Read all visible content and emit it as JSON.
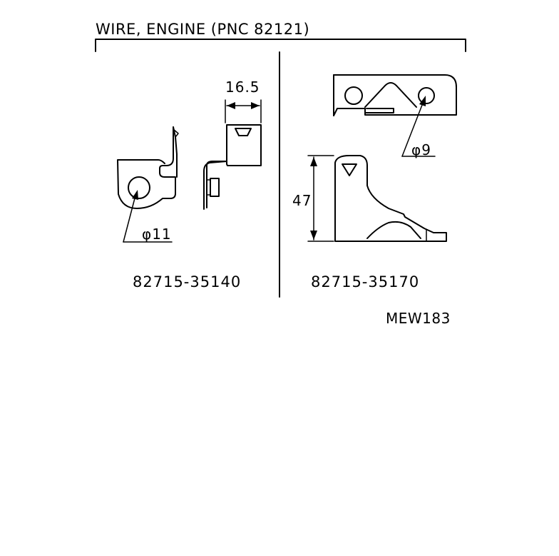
{
  "title": "WIRE, ENGINE (PNC  82121)",
  "parts": [
    {
      "part_number": "82715-35140",
      "hole_label": "φ11",
      "width_label": "16.5"
    },
    {
      "part_number": "82715-35170",
      "hole_label": "φ9",
      "height_label": "47"
    }
  ],
  "drawing_code": "MEW183",
  "colors": {
    "line": "#000000",
    "background": "#ffffff"
  }
}
